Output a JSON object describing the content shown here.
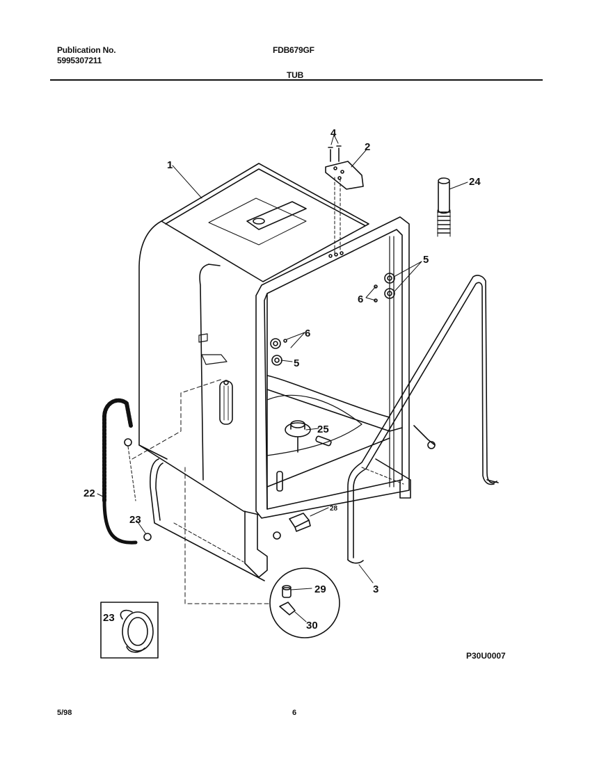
{
  "header": {
    "publication_label": "Publication No.",
    "publication_number": "5995307211",
    "model": "FDB679GF",
    "section": "TUB"
  },
  "callouts": {
    "c1": "1",
    "c2": "2",
    "c3": "3",
    "c4": "4",
    "c5a": "5",
    "c5b": "5",
    "c6a": "6",
    "c6b": "6",
    "c22": "22",
    "c23a": "23",
    "c23b": "23",
    "c24": "24",
    "c25": "25",
    "c28": "28",
    "c29": "29",
    "c30": "30"
  },
  "diagram_code": "P30U0007",
  "footer": {
    "date": "5/98",
    "page": "6"
  }
}
